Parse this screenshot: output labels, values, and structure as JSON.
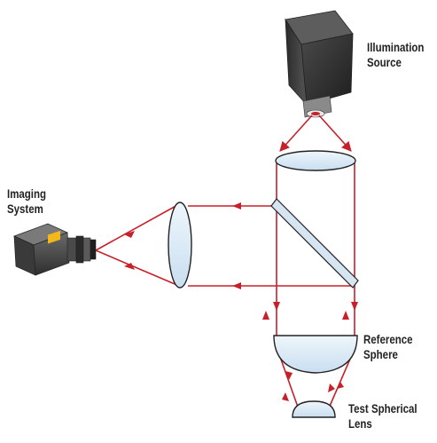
{
  "labels": {
    "illumination_source": [
      "Illumination",
      "Source"
    ],
    "imaging_system": [
      "Imaging",
      "System"
    ],
    "reference_sphere": [
      "Reference",
      "Sphere"
    ],
    "test_spherical_lens": [
      "Test Spherical",
      "Lens"
    ]
  },
  "colors": {
    "ray": "#c8202a",
    "lens_fill": "#d9eaf5",
    "lens_stroke": "#222222",
    "device_dark": "#3a3a3a",
    "device_top": "#5a5a5a",
    "camera_badge": "#f2b71b",
    "text": "#222222"
  },
  "icons": {
    "illumination_source": "light-source-icon",
    "imaging_system": "camera-icon"
  }
}
